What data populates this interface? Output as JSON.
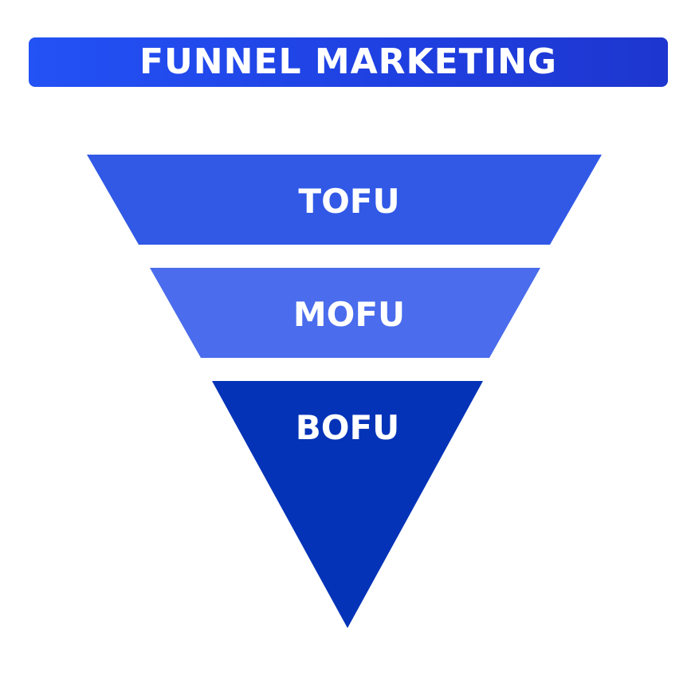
{
  "title": "FUNNEL MARKETING",
  "colors": {
    "banner": "#2148ec",
    "tofu": "#3159e6",
    "mofu": "#4a6ced",
    "bofu": "#0433b8",
    "text": "#ffffff"
  },
  "stages": [
    {
      "label": "TOFU"
    },
    {
      "label": "MOFU"
    },
    {
      "label": "BOFU"
    }
  ]
}
